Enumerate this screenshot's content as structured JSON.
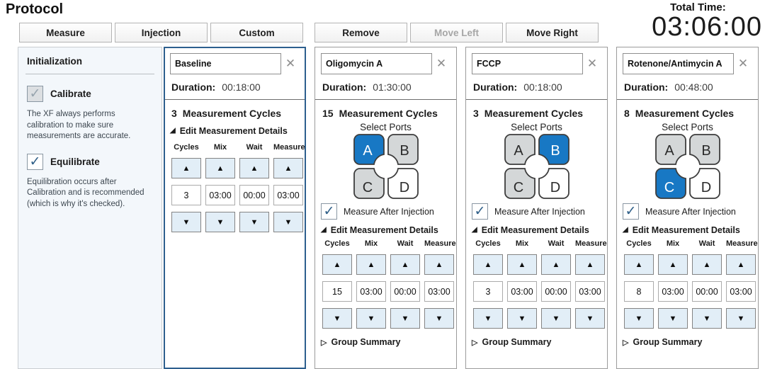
{
  "page": {
    "title": "Protocol"
  },
  "toolbar": {
    "measure": "Measure",
    "injection": "Injection",
    "custom": "Custom",
    "remove": "Remove",
    "move_left": {
      "label": "Move Left",
      "state": "disabled"
    },
    "move_right": "Move Right"
  },
  "total_time": {
    "label": "Total Time:",
    "value": "03:06:00"
  },
  "initialization": {
    "title": "Initialization",
    "calibrate": {
      "label": "Calibrate",
      "state": "checked-disabled",
      "check_glyph": "✓",
      "description": "The XF always performs calibration to make sure measurements are accurate."
    },
    "equilibrate": {
      "label": "Equilibrate",
      "state": "checked",
      "check_glyph": "✓",
      "description": "Equilibration occurs after Calibration and is recommended (which is why it's checked)."
    }
  },
  "shared": {
    "duration_label": "Duration:",
    "cycles_suffix": "Measurement Cycles",
    "select_ports_label": "Select Ports",
    "measure_after_label": "Measure After Injection",
    "edit_details_label": "Edit Measurement Details",
    "group_summary_label": "Group Summary",
    "expanded_glyph": "◢",
    "collapsed_glyph": "▷",
    "up_glyph": "▲",
    "down_glyph": "▼",
    "close_glyph": "✕",
    "check_glyph": "✓",
    "columns": [
      "Cycles",
      "Mix",
      "Wait",
      "Measure"
    ],
    "port_letters": [
      "A",
      "B",
      "C",
      "D"
    ],
    "colors": {
      "port_selected": "#1878c4",
      "port_used": "#d4d7d8",
      "port_unused": "#ffffff",
      "selected_card_border": "#2d5f8e"
    }
  },
  "cards": [
    {
      "name": "Baseline",
      "state": "selected",
      "duration": "00:18:00",
      "cycles": "3",
      "details": {
        "cycles": "3",
        "mix": "03:00",
        "wait": "00:00",
        "measure": "03:00"
      }
    },
    {
      "name": "Oligomycin A",
      "state": "normal",
      "duration": "01:30:00",
      "cycles": "15",
      "ports": {
        "A": "selected",
        "B": "used",
        "C": "used",
        "D": "unused"
      },
      "measure_after": "checked",
      "details": {
        "cycles": "15",
        "mix": "03:00",
        "wait": "00:00",
        "measure": "03:00"
      }
    },
    {
      "name": "FCCP",
      "state": "normal",
      "duration": "00:18:00",
      "cycles": "3",
      "ports": {
        "A": "used",
        "B": "selected",
        "C": "used",
        "D": "unused"
      },
      "measure_after": "checked",
      "details": {
        "cycles": "3",
        "mix": "03:00",
        "wait": "00:00",
        "measure": "03:00"
      }
    },
    {
      "name": "Rotenone/Antimycin A",
      "state": "normal",
      "duration": "00:48:00",
      "cycles": "8",
      "ports": {
        "A": "used",
        "B": "used",
        "C": "selected",
        "D": "unused"
      },
      "measure_after": "checked",
      "details": {
        "cycles": "8",
        "mix": "03:00",
        "wait": "00:00",
        "measure": "03:00"
      }
    }
  ]
}
